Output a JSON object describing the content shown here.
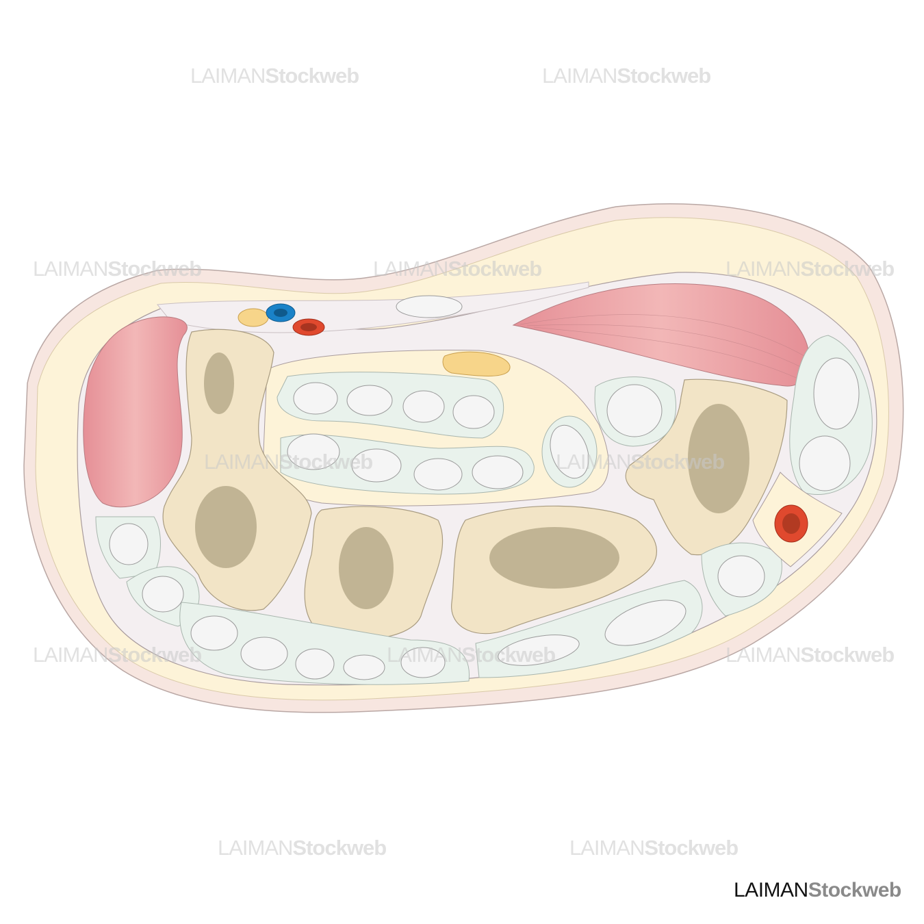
{
  "watermark": {
    "brand": "LAIMAN",
    "suffix": "Stockweb"
  },
  "logo": {
    "brand": "LAIMAN",
    "suffix": "Stockweb"
  },
  "colors": {
    "skin": "#f7e6e0",
    "fat": "#fdf3d8",
    "fascia": "#f4eff1",
    "bone": "#f2e4c6",
    "tendon_sheath": "#e9f2ec",
    "tendon": "#f5f5f5",
    "muscle": "#eba4a8",
    "artery": "#e0492e",
    "vein": "#1a82c8",
    "nerve": "#f7d58a"
  }
}
